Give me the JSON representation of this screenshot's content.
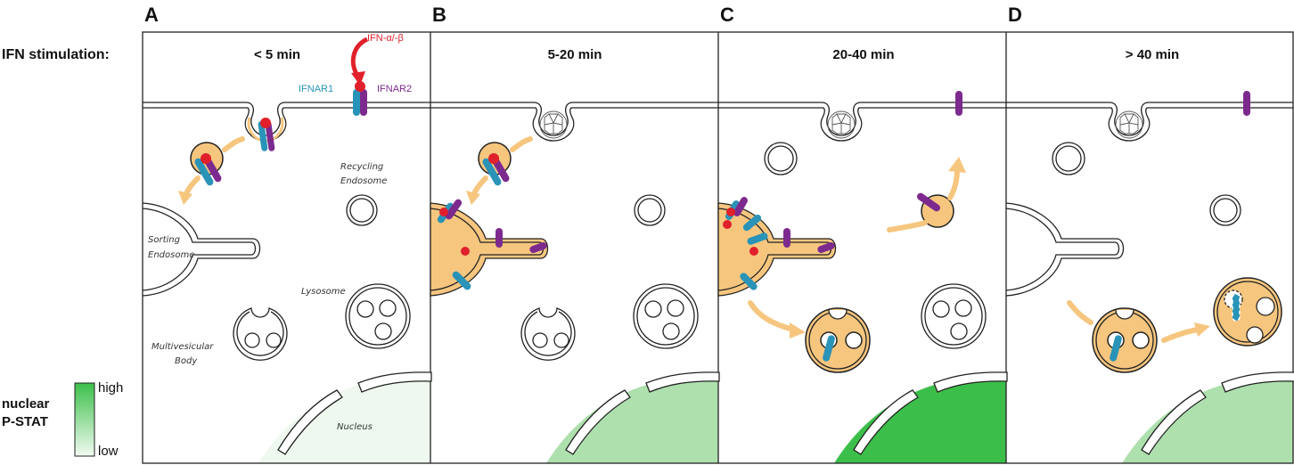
{
  "row_label": "IFN stimulation:",
  "panels": [
    {
      "letter": "A",
      "time": "< 5 min"
    },
    {
      "letter": "B",
      "time": "5-20 min"
    },
    {
      "letter": "C",
      "time": "20-40 min"
    },
    {
      "letter": "D",
      "time": "> 40 min"
    }
  ],
  "ligand_label": "IFN-α/-β",
  "receptor1_label": "IFNAR1",
  "receptor2_label": "IFNAR2",
  "compartments": {
    "recycling": [
      "Recycling",
      "Endosome"
    ],
    "sorting": [
      "Sorting",
      "Endosome"
    ],
    "lysosome": "Lysosome",
    "mvb": [
      "Multivesicular",
      "Body"
    ],
    "nucleus": "Nucleus"
  },
  "legend": {
    "title_line1": "nuclear",
    "title_line2": "P-STAT",
    "high": "high",
    "low": "low",
    "color_high": "#3cbf4a",
    "color_low": "#f2fbf2"
  },
  "colors": {
    "ifnar1": "#2a93b8",
    "ifnar2": "#7d2a8e",
    "ligand": "#e0202a",
    "endosome_fill": "#f6c67f",
    "arrow": "#f6c67f",
    "nucleus_levels": [
      "#eef8ee",
      "#aee0ae",
      "#3cbf4a",
      "#aee0ae"
    ]
  },
  "nucleus_levels_text": [
    "low",
    "medium",
    "high",
    "medium"
  ]
}
